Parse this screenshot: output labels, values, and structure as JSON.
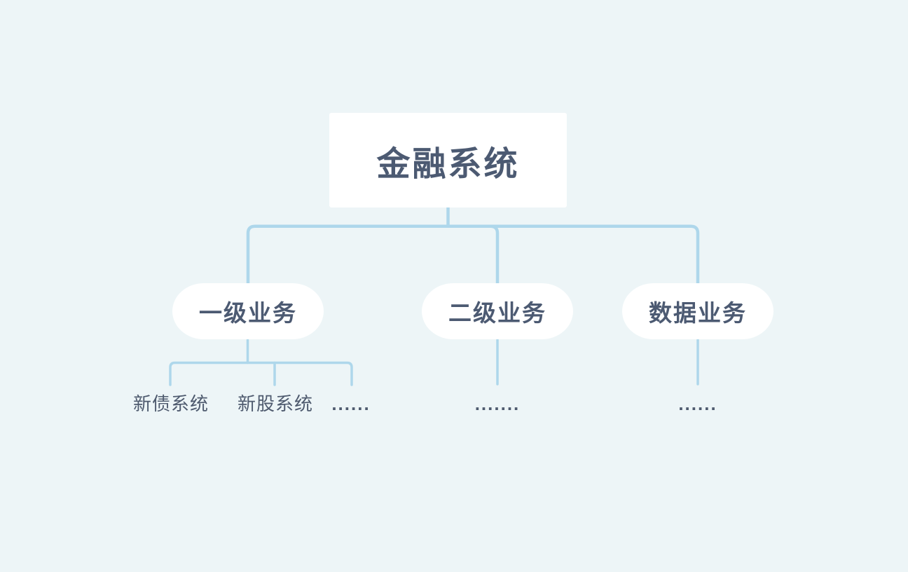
{
  "colors": {
    "background": "#edf5f7",
    "connector": "#aed7eb",
    "node_background": "#ffffff",
    "node_text": "#4c5a72",
    "leaf_text": "#4e5a6e"
  },
  "tree": {
    "root": {
      "label": "金融系统"
    },
    "children": [
      {
        "label": "一级业务",
        "children": [
          {
            "label": "新债系统"
          },
          {
            "label": "新股系统"
          },
          {
            "label": "......"
          }
        ]
      },
      {
        "label": "二级业务",
        "children": [
          {
            "label": "......."
          }
        ]
      },
      {
        "label": "数据业务",
        "children": [
          {
            "label": "......"
          }
        ]
      }
    ]
  }
}
